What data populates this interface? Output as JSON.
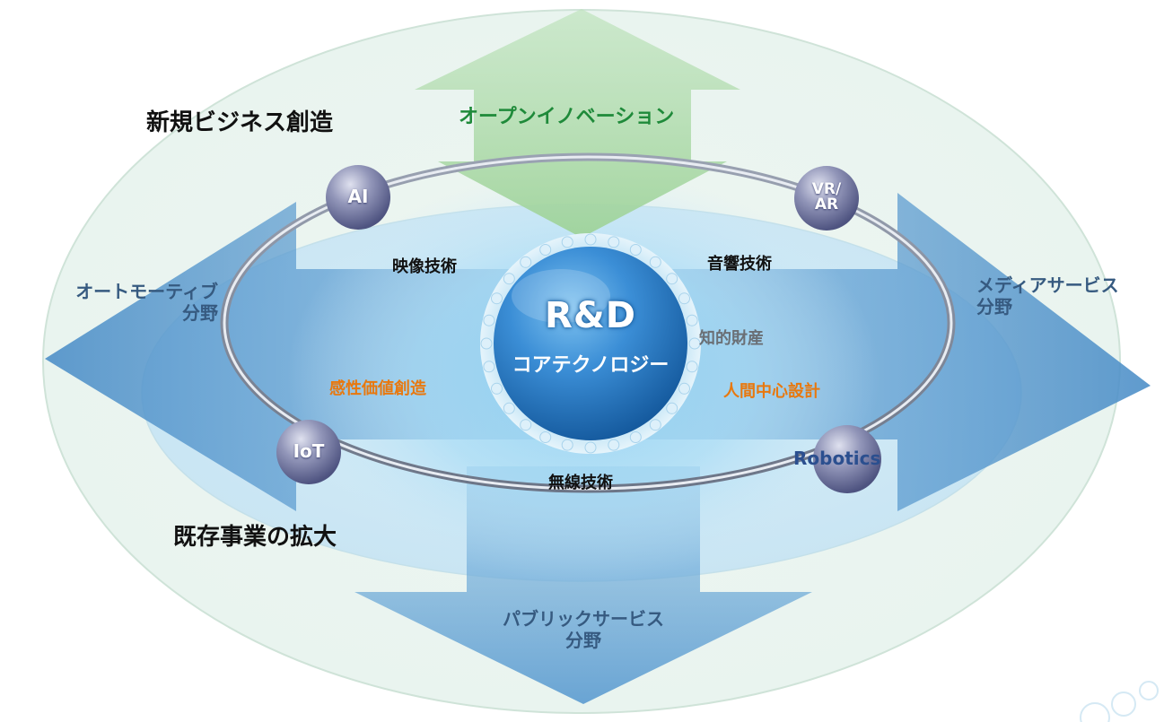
{
  "labels": {
    "new_business": "新規ビジネス創造",
    "open_innovation": "オープンイノベーション",
    "existing_business": "既存事業の拡大"
  },
  "fields": {
    "automotive": [
      "オートモーティブ",
      "分野"
    ],
    "media": [
      "メディアサービス",
      "分野"
    ],
    "public": [
      "パブリックサービス",
      "分野"
    ]
  },
  "core": {
    "title": "R&D",
    "subtitle": "コアテクノロジー"
  },
  "technologies": {
    "video": "映像技術",
    "audio": "音響技術",
    "wireless": "無線技術",
    "ip": "知的財産"
  },
  "values": {
    "kansei": "感性価値創造",
    "human_centered": "人間中心設計"
  },
  "orbs": {
    "ai": "AI",
    "vrar": [
      "VR/",
      "AR"
    ],
    "iot": "IoT",
    "robotics": "Robotics"
  },
  "colors": {
    "green_arrow": "#8cc98a",
    "blue_arrow": "#5b9bd0",
    "core_sphere": "#2f7fc8",
    "orb": "#7d82a6",
    "orange_text": "#e8780e",
    "green_text": "#1f8a3a"
  }
}
